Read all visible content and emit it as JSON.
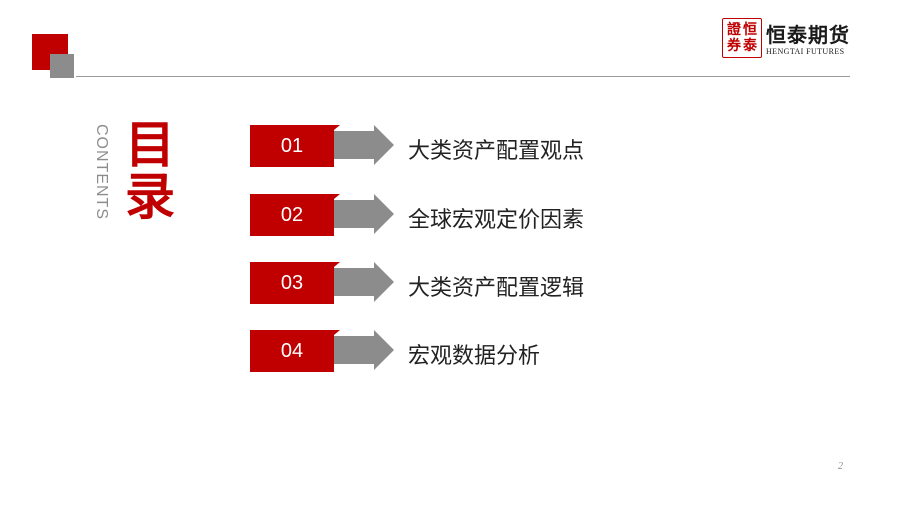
{
  "header": {
    "logo": {
      "seal_text": [
        "證",
        "恒",
        "券",
        "泰"
      ],
      "brand_cn": "恒泰期货",
      "brand_en": "HENGTAI FUTURES"
    }
  },
  "title": {
    "english": "CONTENTS",
    "chinese": "目录"
  },
  "toc": {
    "items": [
      {
        "number": "01",
        "label": "大类资产配置观点"
      },
      {
        "number": "02",
        "label": "全球宏观定价因素"
      },
      {
        "number": "03",
        "label": "大类资产配置逻辑"
      },
      {
        "number": "04",
        "label": "宏观数据分析"
      }
    ]
  },
  "footer": {
    "page_number": "2"
  },
  "colors": {
    "accent": "#c00000",
    "gray": "#8c8c8c",
    "text": "#222222"
  },
  "icons": {
    "item_arrow": "right-arrow-icon"
  }
}
